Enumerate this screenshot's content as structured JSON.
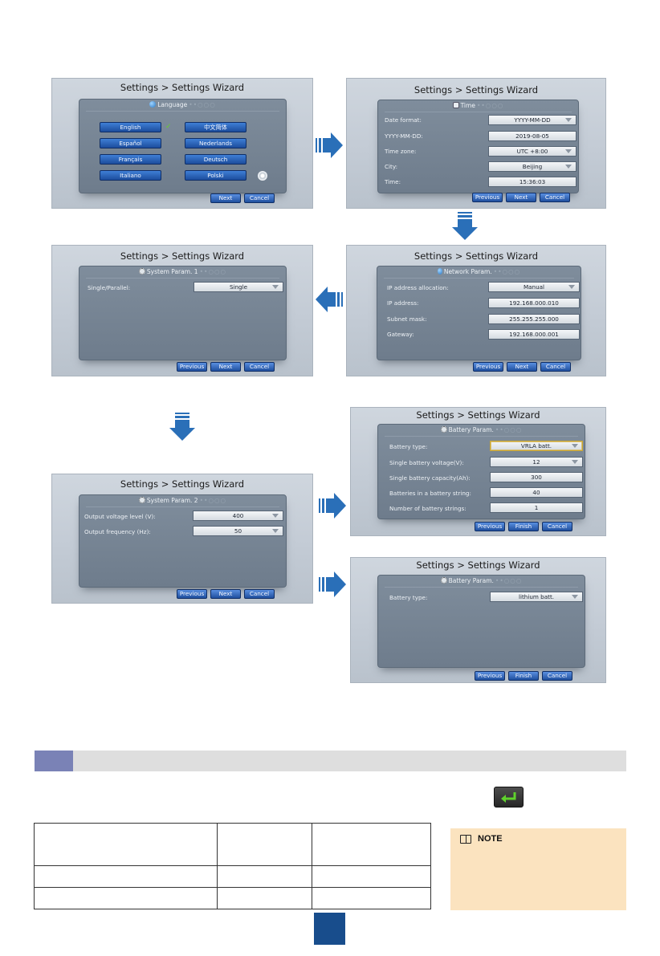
{
  "wizard_title": "Settings > Settings Wizard",
  "language": {
    "header": "Language",
    "options": [
      "English",
      "中文简体",
      "Español",
      "Nederlands",
      "Français",
      "Deutsch",
      "Italiano",
      "Polski"
    ],
    "selected": "English",
    "next": "Next",
    "cancel": "Cancel"
  },
  "time": {
    "header": "Time",
    "rows": [
      {
        "label": "Date format:",
        "value": "YYYY-MM-DD",
        "dropdown": true
      },
      {
        "label": "YYYY-MM-DD:",
        "value": "2019-08-05",
        "dropdown": false
      },
      {
        "label": "Time zone:",
        "value": "UTC +8:00",
        "dropdown": true
      },
      {
        "label": "City:",
        "value": "Beijing",
        "dropdown": true
      },
      {
        "label": "Time:",
        "value": "15:36:03",
        "dropdown": false
      }
    ],
    "previous": "Previous",
    "next": "Next",
    "cancel": "Cancel"
  },
  "network": {
    "header": "Network Param.",
    "rows": [
      {
        "label": "IP address allocation:",
        "value": "Manual",
        "dropdown": true
      },
      {
        "label": "IP address:",
        "value": "192.168.000.010",
        "dropdown": false
      },
      {
        "label": "Subnet mask:",
        "value": "255.255.255.000",
        "dropdown": false
      },
      {
        "label": "Gateway:",
        "value": "192.168.000.001",
        "dropdown": false
      }
    ],
    "previous": "Previous",
    "next": "Next",
    "cancel": "Cancel"
  },
  "system1": {
    "header": "System Param. 1",
    "rows": [
      {
        "label": "Single/Parallel:",
        "value": "Single",
        "dropdown": true
      }
    ],
    "previous": "Previous",
    "next": "Next",
    "cancel": "Cancel"
  },
  "system2": {
    "header": "System Param. 2",
    "rows": [
      {
        "label": "Output voltage level (V):",
        "value": "400",
        "dropdown": true
      },
      {
        "label": "Output frequency (Hz):",
        "value": "50",
        "dropdown": true
      }
    ],
    "previous": "Previous",
    "next": "Next",
    "cancel": "Cancel"
  },
  "battery_vrla": {
    "header": "Battery Param.",
    "rows": [
      {
        "label": "Battery type:",
        "value": "VRLA batt.",
        "dropdown": true
      },
      {
        "label": "Single battery voltage(V):",
        "value": "12",
        "dropdown": true
      },
      {
        "label": "Single battery capacity(Ah):",
        "value": "300",
        "dropdown": false
      },
      {
        "label": "Batteries in a battery string:",
        "value": "40",
        "dropdown": false
      },
      {
        "label": "Number of battery strings:",
        "value": "1",
        "dropdown": false
      }
    ],
    "previous": "Previous",
    "finish": "Finish",
    "cancel": "Cancel"
  },
  "battery_lithium": {
    "header": "Battery Param.",
    "rows": [
      {
        "label": "Battery type:",
        "value": "lithium batt.",
        "dropdown": true
      }
    ],
    "previous": "Previous",
    "finish": "Finish",
    "cancel": "Cancel"
  },
  "note": {
    "title": "NOTE"
  },
  "colors": {
    "arrow": "#2a6fb8",
    "section_tag": "#7a82b6",
    "note_bg": "#fbe3bf",
    "page_badge": "#184d8c"
  }
}
